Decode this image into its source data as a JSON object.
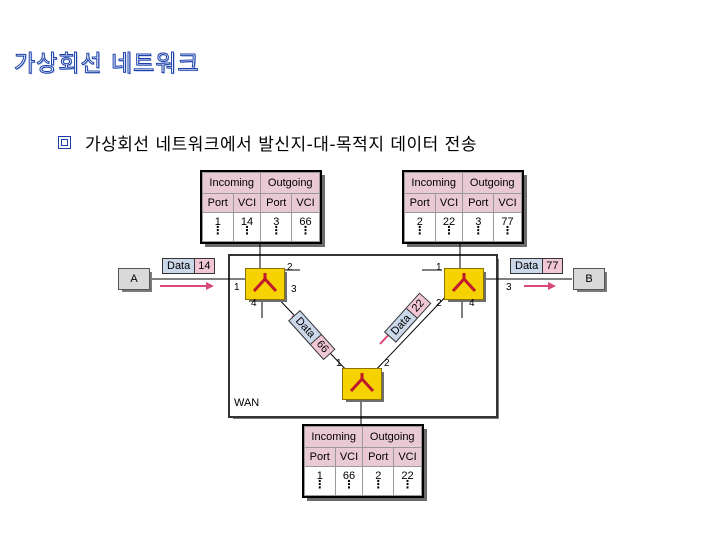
{
  "title": "가상회선 네트워크",
  "bullet": "가상회선 네트워크에서 발신지-대-목적지 데이터 전송",
  "tables": {
    "left": {
      "h_in": "Incoming",
      "h_out": "Outgoing",
      "c1": "Port",
      "c2": "VCI",
      "c3": "Port",
      "c4": "VCI",
      "in_port": "1",
      "in_vci": "14",
      "out_port": "3",
      "out_vci": "66"
    },
    "right": {
      "h_in": "Incoming",
      "h_out": "Outgoing",
      "c1": "Port",
      "c2": "VCI",
      "c3": "Port",
      "c4": "VCI",
      "in_port": "2",
      "in_vci": "22",
      "out_port": "3",
      "out_vci": "77"
    },
    "bottom": {
      "h_in": "Incoming",
      "h_out": "Outgoing",
      "c1": "Port",
      "c2": "VCI",
      "c3": "Port",
      "c4": "VCI",
      "in_port": "1",
      "in_vci": "66",
      "out_port": "2",
      "out_vci": "22"
    }
  },
  "hosts": {
    "a": "A",
    "b": "B"
  },
  "packets": {
    "p1": {
      "data": "Data",
      "vci": "14"
    },
    "p2": {
      "data": "Data",
      "vci": "77"
    },
    "p3": {
      "data": "Data",
      "vci": "66"
    },
    "p4": {
      "data": "Data",
      "vci": "22"
    }
  },
  "wan_label": "WAN",
  "ports": {
    "l1": "1",
    "l2": "2",
    "l3": "3",
    "l4": "4",
    "r1": "1",
    "r2": "2",
    "r3": "3",
    "r4": "4",
    "b1": "1",
    "b2": "2"
  }
}
